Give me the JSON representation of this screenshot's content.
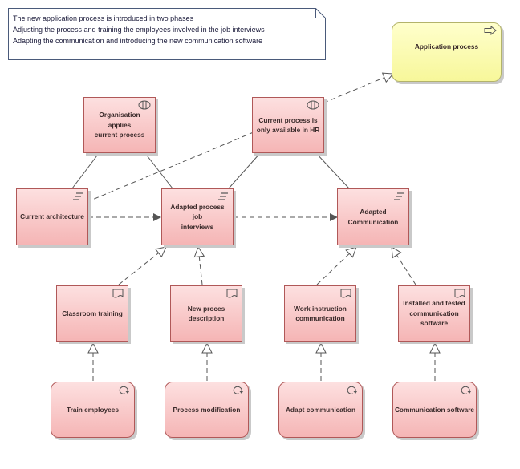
{
  "note": {
    "lines": [
      "The new application process is introduced in two phases",
      "Adjusting the process and training the employees involved in the job interviews",
      "Adapting the communication and introducing the new communication software"
    ]
  },
  "nodes": {
    "application_process": {
      "label": "Application process",
      "icon": "process-arrow-icon"
    },
    "organisation_applies": {
      "line1": "Organisation applies",
      "line2": "current process",
      "icon": "principle-icon"
    },
    "current_process_hr": {
      "line1": "Current process is",
      "line2": "only available in HR",
      "icon": "principle-icon"
    },
    "current_architecture": {
      "label": "Current architecture",
      "icon": "plateau-icon"
    },
    "adapted_process": {
      "line1": "Adapted process job",
      "line2": "interviews",
      "icon": "plateau-icon"
    },
    "adapted_communication": {
      "line1": "Adapted",
      "line2": "Communication",
      "icon": "plateau-icon"
    },
    "classroom_training": {
      "label": "Classroom training",
      "icon": "deliverable-icon"
    },
    "new_process_description": {
      "line1": "New proces",
      "line2": "description",
      "icon": "deliverable-icon"
    },
    "work_instruction": {
      "line1": "Work instruction",
      "line2": "communication",
      "icon": "deliverable-icon"
    },
    "installed_tested": {
      "line1": "Installed and tested",
      "line2": "communication",
      "line3": "software",
      "icon": "deliverable-icon"
    },
    "train_employees": {
      "label": "Train employees",
      "icon": "work-package-icon"
    },
    "process_modification": {
      "label": "Process modification",
      "icon": "work-package-icon"
    },
    "adapt_communication": {
      "label": "Adapt communication",
      "icon": "work-package-icon"
    },
    "communication_software": {
      "label": "Communication software",
      "icon": "work-package-icon"
    }
  },
  "colors": {
    "node_fill_top": "#fde0e0",
    "node_fill_bottom": "#f5b5b5",
    "node_border": "#b05858",
    "yellow_fill": "#f7f79a",
    "line": "#555555"
  }
}
